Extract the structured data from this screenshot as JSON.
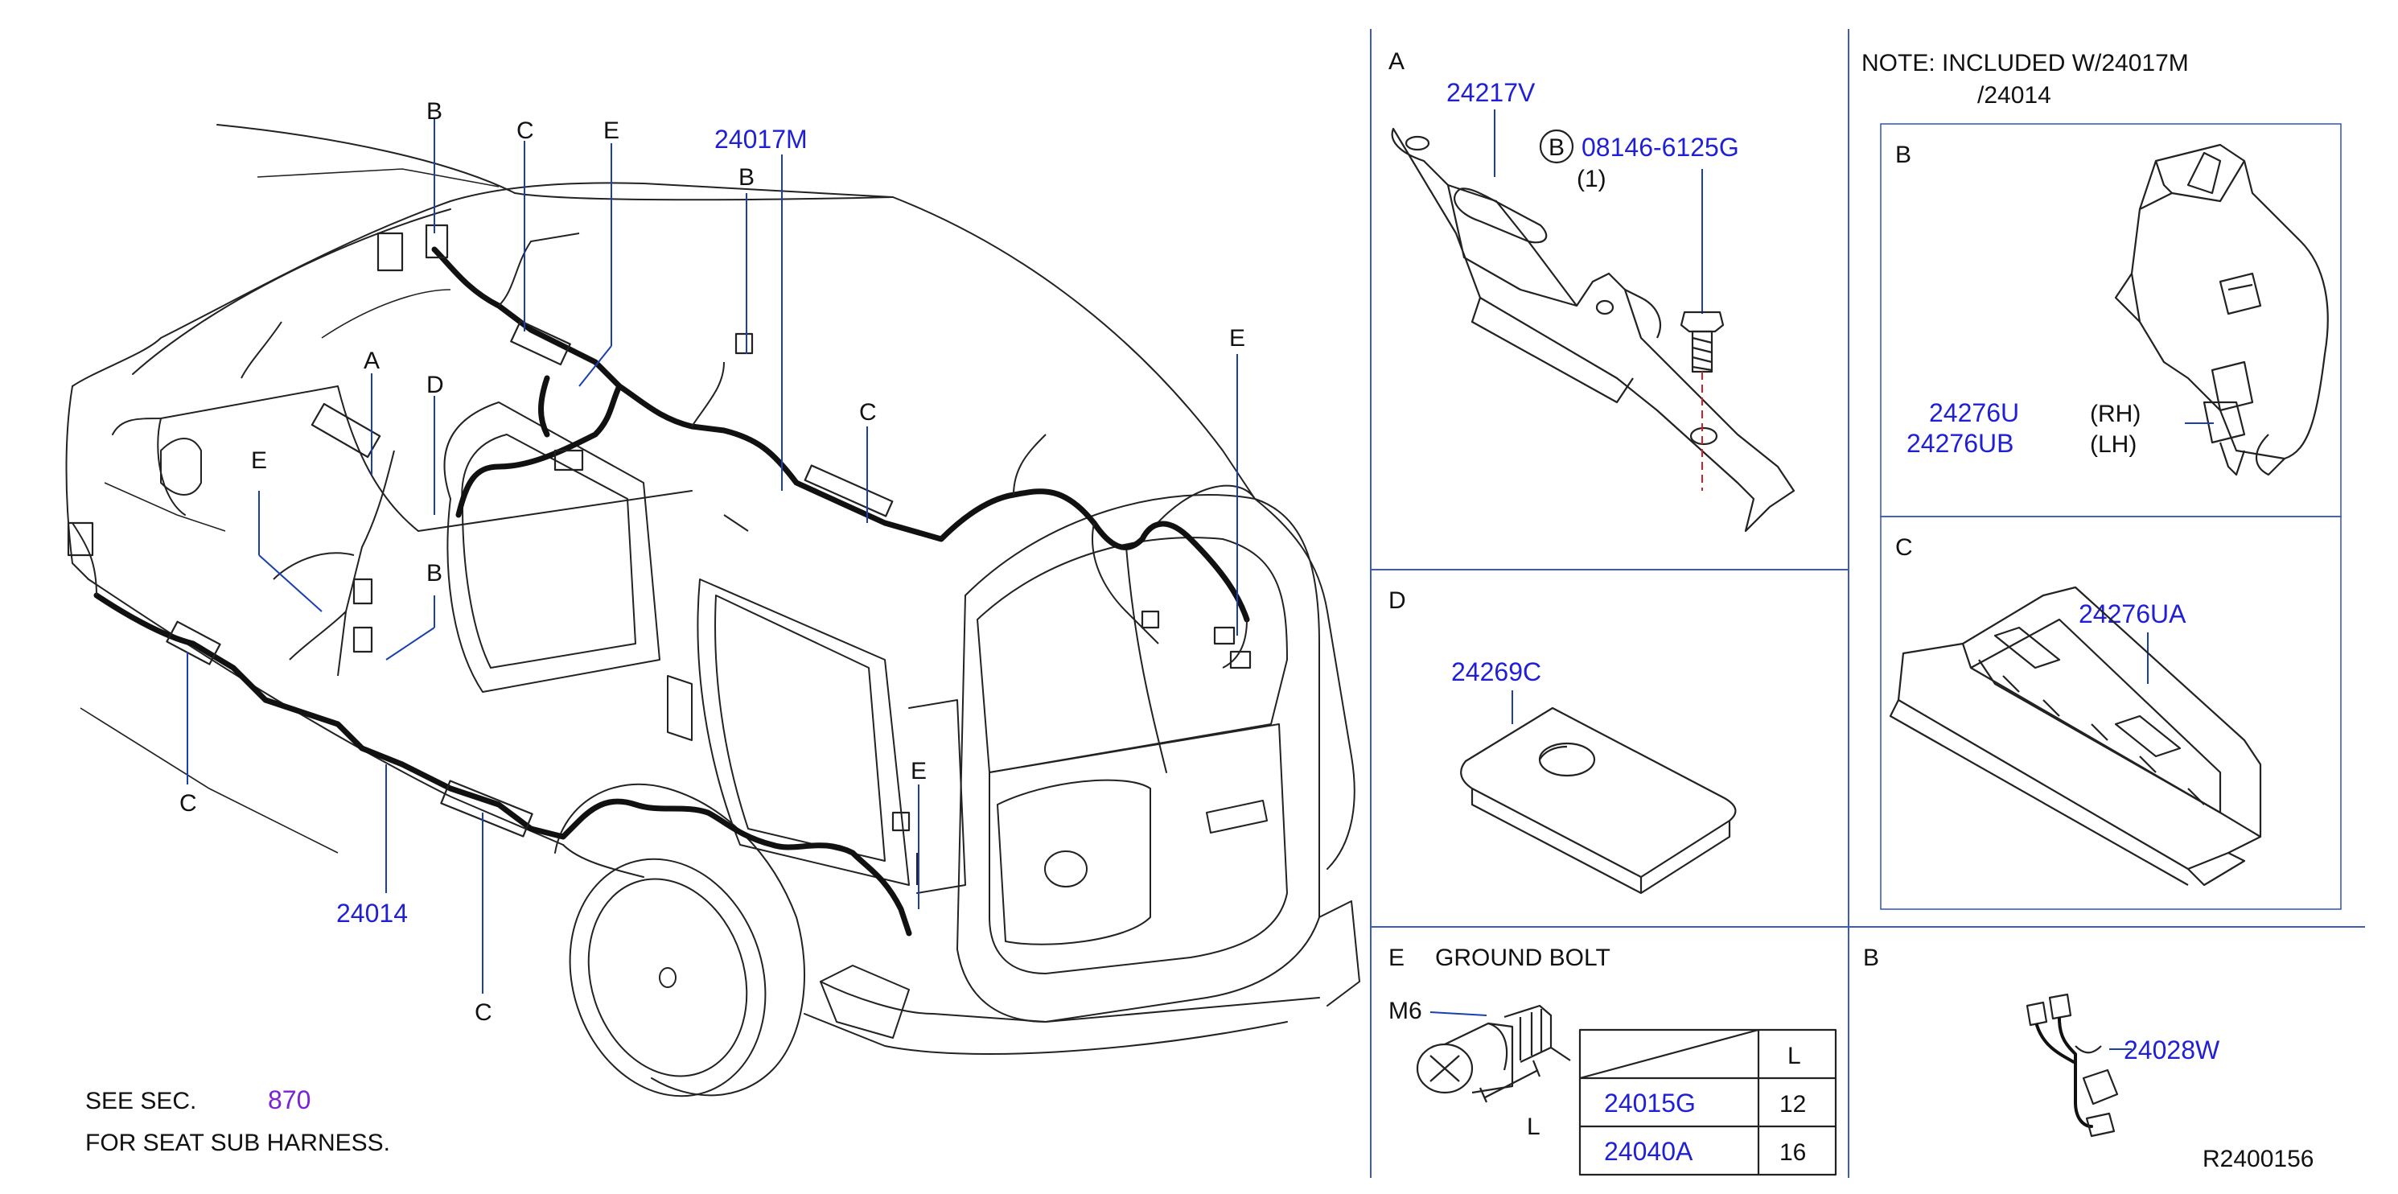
{
  "main_labels": {
    "callout_b1": "B",
    "callout_c1": "C",
    "callout_e1": "E",
    "part_harness_main": "24017M",
    "callout_b2": "B",
    "callout_c2": "C",
    "callout_e2": "E",
    "callout_a": "A",
    "callout_d": "D",
    "callout_e3": "E",
    "callout_b3": "B",
    "callout_c3": "C",
    "callout_c4": "C",
    "part_harness_body": "24014",
    "callout_e4": "E"
  },
  "footnote": {
    "line1_prefix": "SEE   SEC.",
    "section": "870",
    "line2": "FOR   SEAT   SUB   HARNESS."
  },
  "panel_a": {
    "letter": "A",
    "bracket_part": "24217V",
    "bolt_circle": "B",
    "bolt_part": "08146-6125G",
    "bolt_qty": "(1)"
  },
  "panel_d": {
    "letter": "D",
    "pad_part": "24269C"
  },
  "panel_e": {
    "letter": "E",
    "title": "GROUND   BOLT",
    "thread": "M6",
    "length_label": "L",
    "table_header_l": "L",
    "rows": [
      {
        "part": "24015G",
        "length": "12"
      },
      {
        "part": "24040A",
        "length": "16"
      }
    ]
  },
  "note": {
    "line1": "NOTE:   INCLUDED   W/24017M",
    "line2": "/24014"
  },
  "panel_b_clip": {
    "letter": "B",
    "part_rh": "24276U",
    "part_lh": "24276UB",
    "rh": "(RH)",
    "lh": "(LH)"
  },
  "panel_c": {
    "letter": "C",
    "protector_part": "24276UA"
  },
  "panel_b_sub": {
    "letter": "B",
    "part": "24028W"
  },
  "diagram_id": "R2400156"
}
